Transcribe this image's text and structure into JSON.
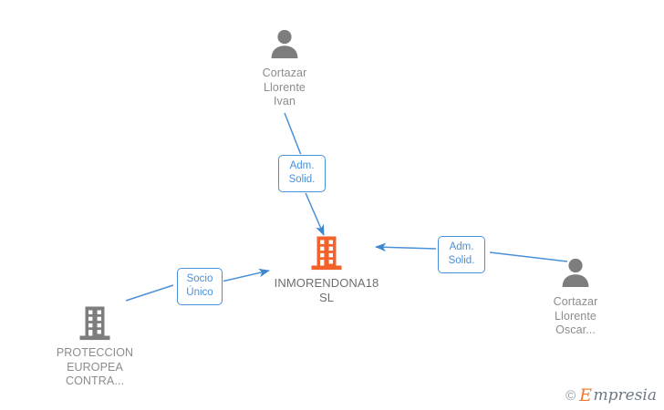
{
  "diagram": {
    "title": "INMORENDONA18 SL",
    "background_color": "#ffffff",
    "edge_color": "#4a90d9",
    "label_text_color": "#4a90d9",
    "node_text_color": "#8c8c8c",
    "focus_node_color": "#f2622a",
    "other_node_color": "#7d7d7d"
  },
  "nodes": [
    {
      "id": "person-top",
      "icon": "person-icon",
      "caption": "Cortazar\nLlorente\nIvan",
      "color": "#7d7d7d"
    },
    {
      "id": "company-center",
      "icon": "building-icon",
      "caption": "INMORENDONA18\nSL",
      "color": "#f2622a"
    },
    {
      "id": "person-right",
      "icon": "person-icon",
      "caption": "Cortazar\nLlorente\nOscar...",
      "color": "#7d7d7d"
    },
    {
      "id": "company-left",
      "icon": "building-icon",
      "caption": "PROTECCION\nEUROPEA\nCONTRA...",
      "color": "#7d7d7d"
    }
  ],
  "edges": [
    {
      "id": "edge-top",
      "from": "person-top",
      "to": "company-center",
      "label": "Adm.\nSolid."
    },
    {
      "id": "edge-right",
      "from": "person-right",
      "to": "company-center",
      "label": "Adm.\nSolid."
    },
    {
      "id": "edge-left",
      "from": "company-left",
      "to": "company-center",
      "label": "Socio\nÚnico"
    }
  ],
  "watermark": {
    "copyright": "©",
    "brand_initial": "E",
    "brand_rest": "mpresia"
  }
}
